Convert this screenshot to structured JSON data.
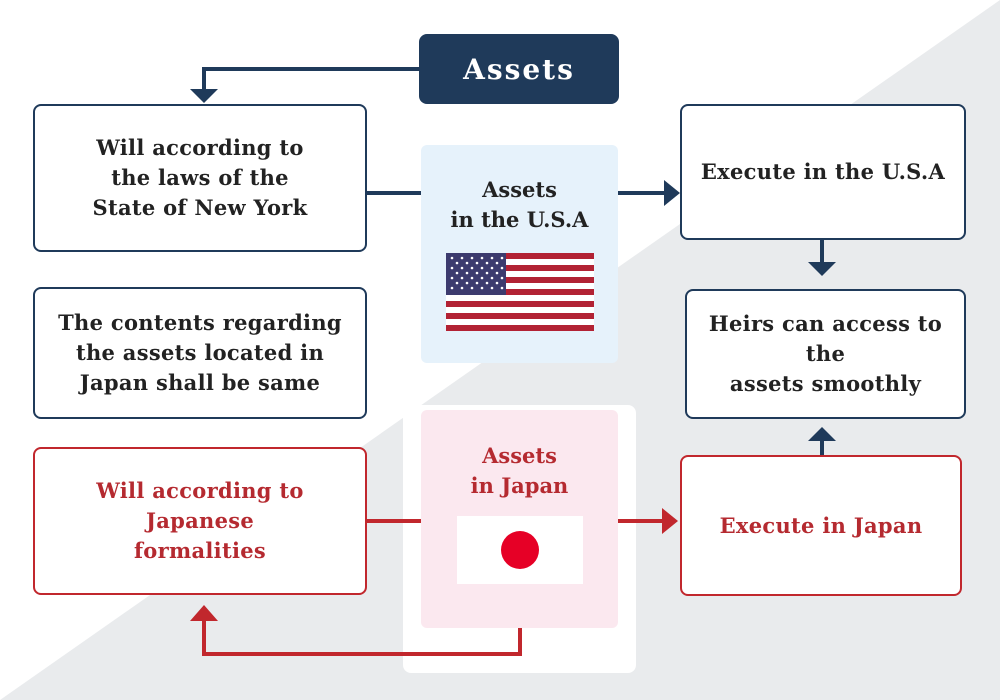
{
  "header": {
    "title": "Assets"
  },
  "panels": {
    "usa": {
      "title": "Assets\nin the U.S.A",
      "flag": "us-flag-icon"
    },
    "japan": {
      "title": "Assets\nin Japan",
      "flag": "japan-flag-icon"
    }
  },
  "boxes": {
    "will_ny": "Will according to\nthe laws of the\nState of New York",
    "contents_same": "The contents regarding\nthe assets located in\nJapan shall be same",
    "will_japan": "Will according to\nJapanese\nformalities",
    "execute_usa": "Execute in the U.S.A",
    "heirs": "Heirs can access to the\nassets smoothly",
    "execute_japan": "Execute in Japan"
  },
  "colors": {
    "navy": "#1f3a5a",
    "red": "#c1272d",
    "usa_panel_bg": "#e6f2fb",
    "japan_panel_bg": "#fbe8ef",
    "background_gray": "#e9ebed"
  }
}
